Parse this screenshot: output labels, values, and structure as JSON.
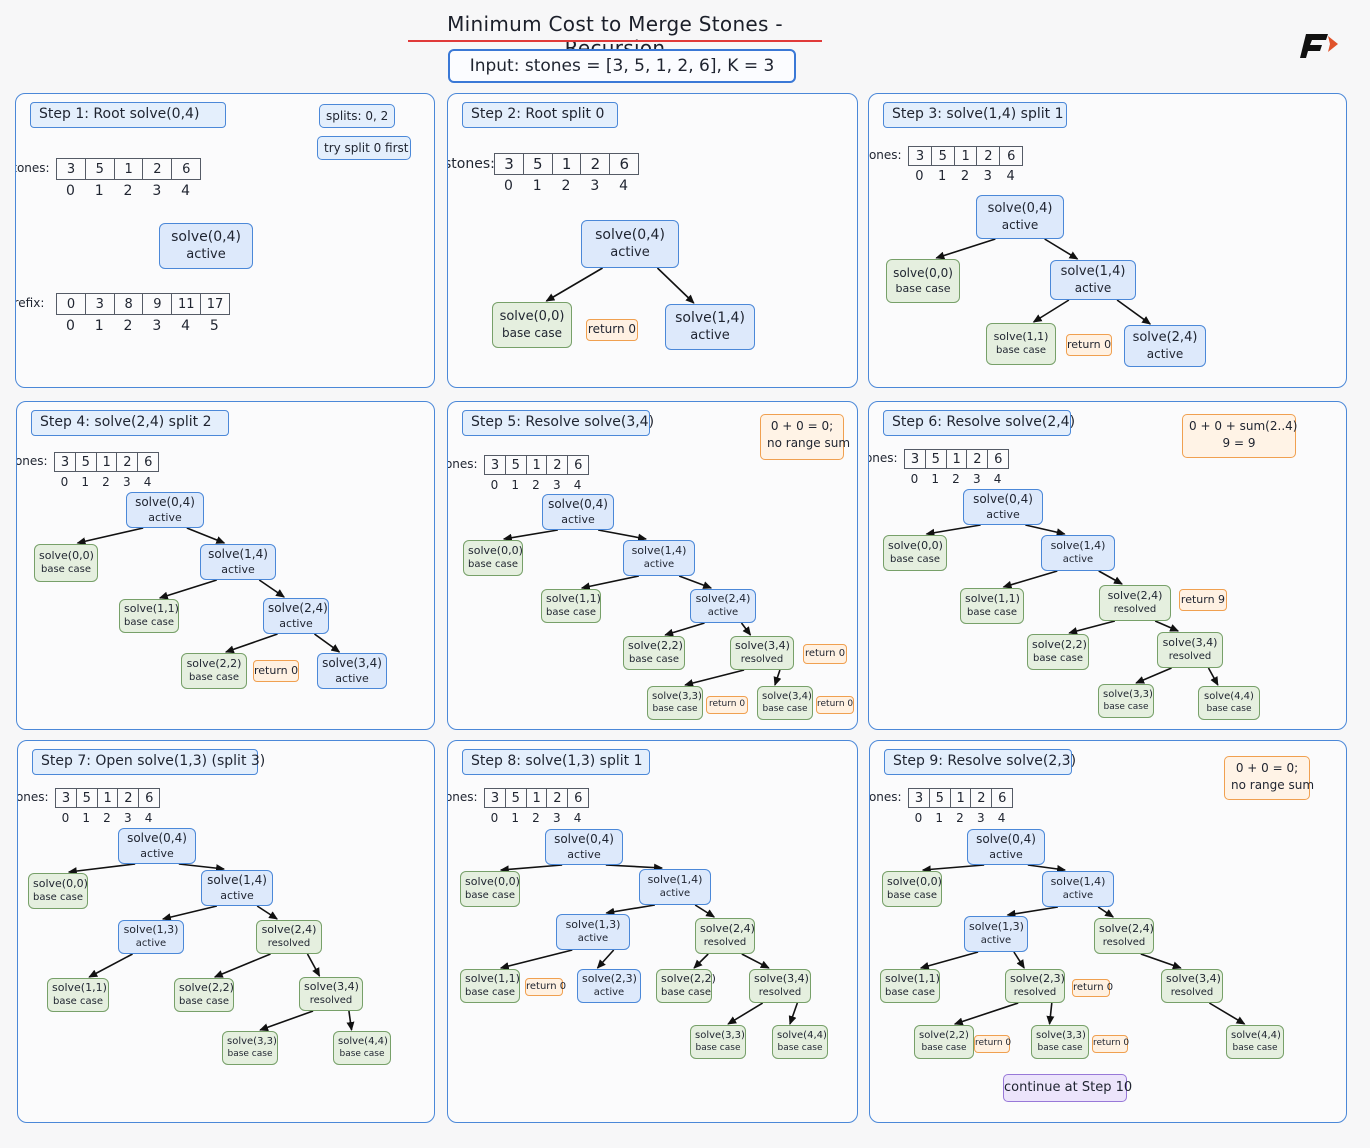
{
  "title": "Minimum Cost to Merge Stones - Recursion",
  "input_label": "Input: stones = [3, 5, 1, 2, 6], K = 3",
  "stones_label": "stones:",
  "prefix_label": "prefix:",
  "stones": [
    "3",
    "5",
    "1",
    "2",
    "6"
  ],
  "stone_indices": [
    "0",
    "1",
    "2",
    "3",
    "4"
  ],
  "prefix": [
    "0",
    "3",
    "8",
    "9",
    "11",
    "17"
  ],
  "prefix_indices": [
    "0",
    "1",
    "2",
    "3",
    "4",
    "5"
  ],
  "colors": {
    "active": "#dde9fb",
    "base": "#e5efdf",
    "return": "#fff1e2",
    "continue": "#ece4fb",
    "border_blue": "#4b88d8",
    "title_underline": "#e03a3a"
  },
  "steps": [
    {
      "title": "Step 1: Root solve(0,4)",
      "notes": [
        {
          "lines": [
            "splits: 0, 2"
          ],
          "kind": "blue"
        },
        {
          "lines": [
            "try split 0 first"
          ],
          "kind": "blue"
        }
      ],
      "nodes": [
        {
          "id": "r",
          "label": "solve(0,4)",
          "status": "active",
          "kind": "active"
        }
      ],
      "returns": [],
      "edges": []
    },
    {
      "title": "Step 2: Root split 0",
      "notes": [],
      "nodes": [
        {
          "id": "r",
          "label": "solve(0,4)",
          "status": "active",
          "kind": "active"
        },
        {
          "id": "a",
          "label": "solve(0,0)",
          "status": "base case",
          "kind": "base"
        },
        {
          "id": "b",
          "label": "solve(1,4)",
          "status": "active",
          "kind": "active"
        }
      ],
      "returns": [
        {
          "text": "return 0"
        }
      ],
      "edges": [
        [
          "r",
          "a"
        ],
        [
          "r",
          "b"
        ]
      ]
    },
    {
      "title": "Step 3: solve(1,4) split 1",
      "notes": [],
      "nodes": [
        {
          "id": "r",
          "label": "solve(0,4)",
          "status": "active",
          "kind": "active"
        },
        {
          "id": "a",
          "label": "solve(0,0)",
          "status": "base case",
          "kind": "base"
        },
        {
          "id": "b",
          "label": "solve(1,4)",
          "status": "active",
          "kind": "active"
        },
        {
          "id": "c",
          "label": "solve(1,1)",
          "status": "base case",
          "kind": "base"
        },
        {
          "id": "d",
          "label": "solve(2,4)",
          "status": "active",
          "kind": "active"
        }
      ],
      "returns": [
        {
          "text": "return 0"
        }
      ],
      "edges": [
        [
          "r",
          "a"
        ],
        [
          "r",
          "b"
        ],
        [
          "b",
          "c"
        ],
        [
          "b",
          "d"
        ]
      ]
    },
    {
      "title": "Step 4: solve(2,4) split 2",
      "notes": [],
      "nodes": [
        {
          "id": "r",
          "label": "solve(0,4)",
          "status": "active",
          "kind": "active"
        },
        {
          "id": "a",
          "label": "solve(0,0)",
          "status": "base case",
          "kind": "base"
        },
        {
          "id": "b",
          "label": "solve(1,4)",
          "status": "active",
          "kind": "active"
        },
        {
          "id": "c",
          "label": "solve(1,1)",
          "status": "base case",
          "kind": "base"
        },
        {
          "id": "d",
          "label": "solve(2,4)",
          "status": "active",
          "kind": "active"
        },
        {
          "id": "e",
          "label": "solve(2,2)",
          "status": "base case",
          "kind": "base"
        },
        {
          "id": "f",
          "label": "solve(3,4)",
          "status": "active",
          "kind": "active"
        }
      ],
      "returns": [
        {
          "text": "return 0"
        }
      ],
      "edges": [
        [
          "r",
          "a"
        ],
        [
          "r",
          "b"
        ],
        [
          "b",
          "c"
        ],
        [
          "b",
          "d"
        ],
        [
          "d",
          "e"
        ],
        [
          "d",
          "f"
        ]
      ]
    },
    {
      "title": "Step 5: Resolve solve(3,4)",
      "notes": [
        {
          "lines": [
            "0 + 0 = 0;",
            "no range sum"
          ],
          "kind": "orange"
        }
      ],
      "nodes": [
        {
          "id": "r",
          "label": "solve(0,4)",
          "status": "active",
          "kind": "active"
        },
        {
          "id": "a",
          "label": "solve(0,0)",
          "status": "base case",
          "kind": "base"
        },
        {
          "id": "b",
          "label": "solve(1,4)",
          "status": "active",
          "kind": "active"
        },
        {
          "id": "c",
          "label": "solve(1,1)",
          "status": "base case",
          "kind": "base"
        },
        {
          "id": "d",
          "label": "solve(2,4)",
          "status": "active",
          "kind": "active"
        },
        {
          "id": "e",
          "label": "solve(2,2)",
          "status": "base case",
          "kind": "base"
        },
        {
          "id": "f",
          "label": "solve(3,4)",
          "status": "resolved",
          "kind": "resolved"
        },
        {
          "id": "g",
          "label": "solve(3,3)",
          "status": "base case",
          "kind": "base"
        },
        {
          "id": "h",
          "label": "solve(3,4)",
          "status": "base case",
          "kind": "base"
        }
      ],
      "returns": [
        {
          "text": "return 0"
        },
        {
          "text": "return 0"
        },
        {
          "text": "return 0"
        }
      ],
      "edges": [
        [
          "r",
          "a"
        ],
        [
          "r",
          "b"
        ],
        [
          "b",
          "c"
        ],
        [
          "b",
          "d"
        ],
        [
          "d",
          "e"
        ],
        [
          "d",
          "f"
        ],
        [
          "f",
          "g"
        ],
        [
          "f",
          "h"
        ]
      ]
    },
    {
      "title": "Step 6: Resolve solve(2,4)",
      "notes": [
        {
          "lines": [
            "0 + 0 + sum(2..4)",
            "9 = 9"
          ],
          "kind": "orange"
        }
      ],
      "nodes": [
        {
          "id": "r",
          "label": "solve(0,4)",
          "status": "active",
          "kind": "active"
        },
        {
          "id": "a",
          "label": "solve(0,0)",
          "status": "base case",
          "kind": "base"
        },
        {
          "id": "b",
          "label": "solve(1,4)",
          "status": "active",
          "kind": "active"
        },
        {
          "id": "c",
          "label": "solve(1,1)",
          "status": "base case",
          "kind": "base"
        },
        {
          "id": "d",
          "label": "solve(2,4)",
          "status": "resolved",
          "kind": "resolved"
        },
        {
          "id": "e",
          "label": "solve(2,2)",
          "status": "base case",
          "kind": "base"
        },
        {
          "id": "f",
          "label": "solve(3,4)",
          "status": "resolved",
          "kind": "resolved"
        },
        {
          "id": "g",
          "label": "solve(3,3)",
          "status": "base case",
          "kind": "base"
        },
        {
          "id": "h",
          "label": "solve(4,4)",
          "status": "base case",
          "kind": "base"
        }
      ],
      "returns": [
        {
          "text": "return 9"
        }
      ],
      "edges": [
        [
          "r",
          "a"
        ],
        [
          "r",
          "b"
        ],
        [
          "b",
          "c"
        ],
        [
          "b",
          "d"
        ],
        [
          "d",
          "e"
        ],
        [
          "d",
          "f"
        ],
        [
          "f",
          "g"
        ],
        [
          "f",
          "h"
        ]
      ]
    },
    {
      "title": "Step 7: Open solve(1,3) (split 3)",
      "notes": [],
      "nodes": [
        {
          "id": "r",
          "label": "solve(0,4)",
          "status": "active",
          "kind": "active"
        },
        {
          "id": "a",
          "label": "solve(0,0)",
          "status": "base case",
          "kind": "base"
        },
        {
          "id": "b",
          "label": "solve(1,4)",
          "status": "active",
          "kind": "active"
        },
        {
          "id": "c",
          "label": "solve(1,3)",
          "status": "active",
          "kind": "active"
        },
        {
          "id": "d",
          "label": "solve(2,4)",
          "status": "resolved",
          "kind": "resolved"
        },
        {
          "id": "e",
          "label": "solve(1,1)",
          "status": "base case",
          "kind": "base"
        },
        {
          "id": "f",
          "label": "solve(2,2)",
          "status": "base case",
          "kind": "base"
        },
        {
          "id": "g",
          "label": "solve(3,4)",
          "status": "resolved",
          "kind": "resolved"
        },
        {
          "id": "h",
          "label": "solve(3,3)",
          "status": "base case",
          "kind": "base"
        },
        {
          "id": "i",
          "label": "solve(4,4)",
          "status": "base case",
          "kind": "base"
        }
      ],
      "returns": [],
      "edges": [
        [
          "r",
          "a"
        ],
        [
          "r",
          "b"
        ],
        [
          "b",
          "c"
        ],
        [
          "b",
          "d"
        ],
        [
          "c",
          "e"
        ],
        [
          "d",
          "f"
        ],
        [
          "d",
          "g"
        ],
        [
          "g",
          "h"
        ],
        [
          "g",
          "i"
        ]
      ]
    },
    {
      "title": "Step 8: solve(1,3) split 1",
      "notes": [],
      "nodes": [
        {
          "id": "r",
          "label": "solve(0,4)",
          "status": "active",
          "kind": "active"
        },
        {
          "id": "a",
          "label": "solve(0,0)",
          "status": "base case",
          "kind": "base"
        },
        {
          "id": "b",
          "label": "solve(1,4)",
          "status": "active",
          "kind": "active"
        },
        {
          "id": "c",
          "label": "solve(1,3)",
          "status": "active",
          "kind": "active"
        },
        {
          "id": "d",
          "label": "solve(2,4)",
          "status": "resolved",
          "kind": "resolved"
        },
        {
          "id": "e",
          "label": "solve(1,1)",
          "status": "base case",
          "kind": "base"
        },
        {
          "id": "f",
          "label": "solve(2,3)",
          "status": "active",
          "kind": "active"
        },
        {
          "id": "g",
          "label": "solve(2,2)",
          "status": "base case",
          "kind": "base"
        },
        {
          "id": "h",
          "label": "solve(3,4)",
          "status": "resolved",
          "kind": "resolved"
        },
        {
          "id": "i",
          "label": "solve(3,3)",
          "status": "base case",
          "kind": "base"
        },
        {
          "id": "j",
          "label": "solve(4,4)",
          "status": "base case",
          "kind": "base"
        }
      ],
      "returns": [
        {
          "text": "return 0"
        }
      ],
      "edges": [
        [
          "r",
          "a"
        ],
        [
          "r",
          "b"
        ],
        [
          "b",
          "c"
        ],
        [
          "b",
          "d"
        ],
        [
          "c",
          "e"
        ],
        [
          "c",
          "f"
        ],
        [
          "d",
          "g"
        ],
        [
          "d",
          "h"
        ],
        [
          "h",
          "i"
        ],
        [
          "h",
          "j"
        ]
      ]
    },
    {
      "title": "Step 9: Resolve solve(2,3)",
      "notes": [
        {
          "lines": [
            "0 + 0 = 0;",
            "no range sum"
          ],
          "kind": "orange"
        }
      ],
      "nodes": [
        {
          "id": "r",
          "label": "solve(0,4)",
          "status": "active",
          "kind": "active"
        },
        {
          "id": "a",
          "label": "solve(0,0)",
          "status": "base case",
          "kind": "base"
        },
        {
          "id": "b",
          "label": "solve(1,4)",
          "status": "active",
          "kind": "active"
        },
        {
          "id": "c",
          "label": "solve(1,3)",
          "status": "active",
          "kind": "active"
        },
        {
          "id": "d",
          "label": "solve(2,4)",
          "status": "resolved",
          "kind": "resolved"
        },
        {
          "id": "e",
          "label": "solve(1,1)",
          "status": "base case",
          "kind": "base"
        },
        {
          "id": "f",
          "label": "solve(2,3)",
          "status": "resolved",
          "kind": "resolved"
        },
        {
          "id": "g",
          "label": "solve(3,4)",
          "status": "resolved",
          "kind": "resolved"
        },
        {
          "id": "h",
          "label": "solve(2,2)",
          "status": "base case",
          "kind": "base"
        },
        {
          "id": "i",
          "label": "solve(3,3)",
          "status": "base case",
          "kind": "base"
        },
        {
          "id": "j",
          "label": "solve(4,4)",
          "status": "base case",
          "kind": "base"
        }
      ],
      "returns": [
        {
          "text": "return 0"
        },
        {
          "text": "return 0"
        },
        {
          "text": "return 0"
        }
      ],
      "edges": [
        [
          "r",
          "a"
        ],
        [
          "r",
          "b"
        ],
        [
          "b",
          "c"
        ],
        [
          "b",
          "d"
        ],
        [
          "c",
          "e"
        ],
        [
          "c",
          "f"
        ],
        [
          "d",
          "g"
        ],
        [
          "f",
          "h"
        ],
        [
          "f",
          "i"
        ],
        [
          "g",
          "j"
        ]
      ],
      "continue": "continue at Step 10"
    }
  ]
}
